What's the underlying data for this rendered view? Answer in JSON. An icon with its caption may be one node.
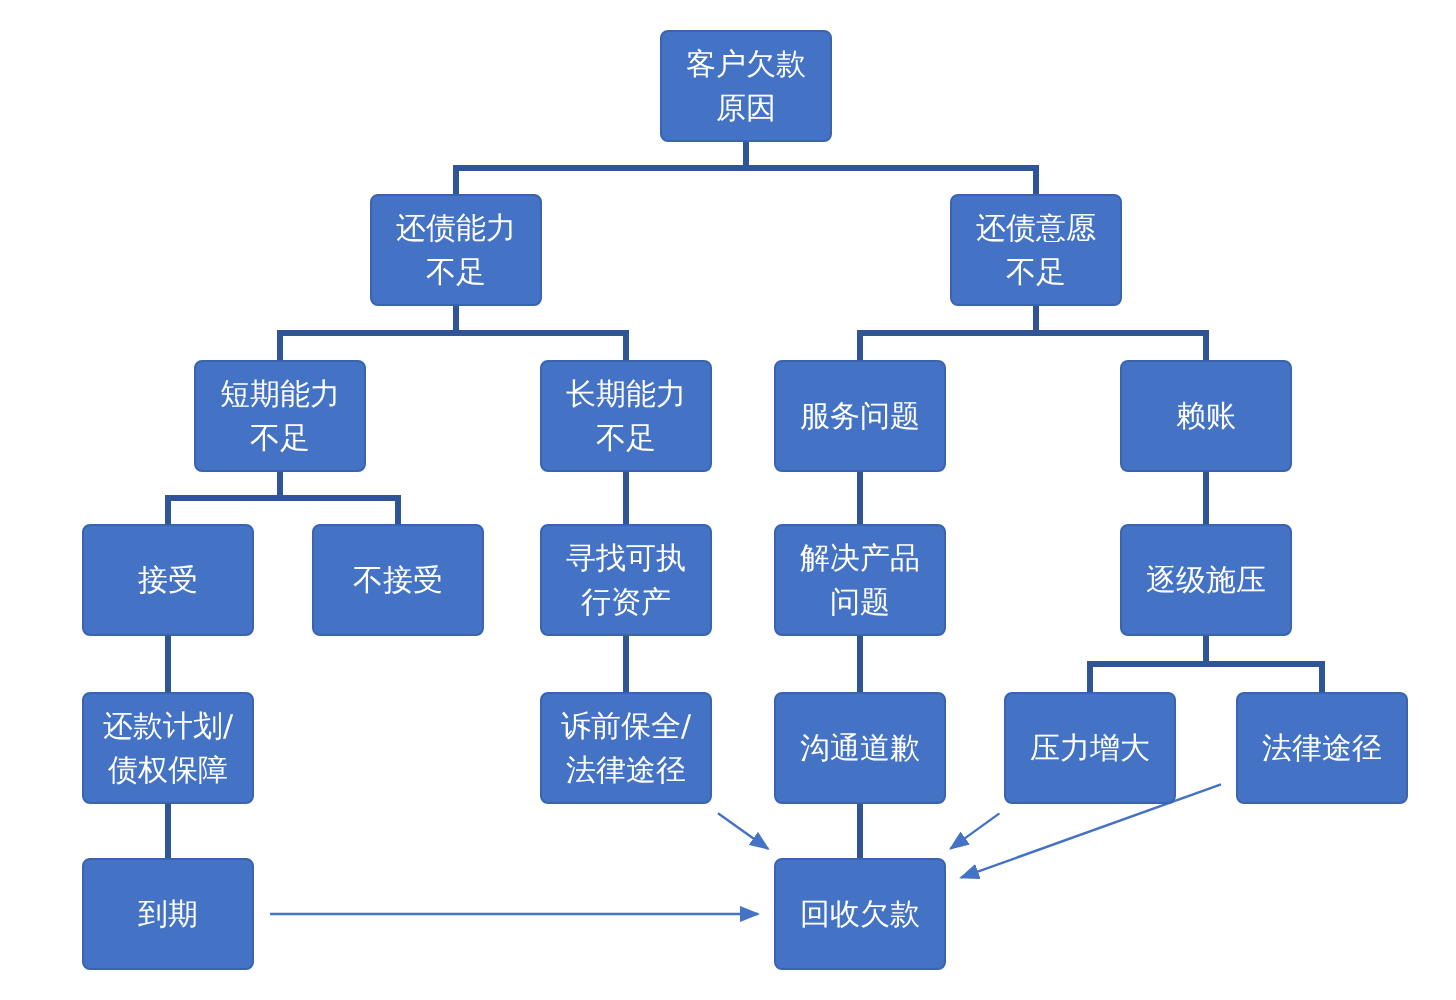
{
  "diagram": {
    "nodes": [
      {
        "text": [
          "客户欠款原因"
        ]
      },
      {
        "text": [
          "还债能力不足"
        ]
      },
      {
        "text": [
          "还债意愿不足"
        ]
      },
      {
        "text": [
          "短期能力不足"
        ]
      },
      {
        "text": [
          "长期能力不足"
        ]
      },
      {
        "text": [
          "服务问题"
        ]
      },
      {
        "text": [
          "赖账"
        ]
      },
      {
        "text": [
          "接受"
        ]
      },
      {
        "text": [
          "不接受"
        ]
      },
      {
        "text": [
          "寻找可执行资产"
        ]
      },
      {
        "text": [
          "解决产品问题"
        ]
      },
      {
        "text": [
          "逐级施压"
        ]
      },
      {
        "text": [
          "还款计划/债权保障"
        ]
      },
      {
        "text": [
          "诉前保全/法律途径"
        ]
      },
      {
        "text": [
          "沟通道歉"
        ]
      },
      {
        "text": [
          "压力增大"
        ]
      },
      {
        "text": [
          "法律途径"
        ]
      },
      {
        "text": [
          "到期"
        ]
      },
      {
        "text": [
          "回收欠款"
        ]
      }
    ],
    "edges": [
      {
        "from": 0,
        "to": 1,
        "arrow": "none"
      },
      {
        "from": 0,
        "to": 2,
        "arrow": "none"
      },
      {
        "from": 1,
        "to": 3,
        "arrow": "none"
      },
      {
        "from": 1,
        "to": 4,
        "arrow": "none"
      },
      {
        "from": 2,
        "to": 5,
        "arrow": "none"
      },
      {
        "from": 2,
        "to": 6,
        "arrow": "none"
      },
      {
        "from": 3,
        "to": 7,
        "arrow": "none"
      },
      {
        "from": 3,
        "to": 8,
        "arrow": "none"
      },
      {
        "from": 4,
        "to": 9,
        "arrow": "none"
      },
      {
        "from": 5,
        "to": 10,
        "arrow": "none"
      },
      {
        "from": 6,
        "to": 11,
        "arrow": "none"
      },
      {
        "from": 7,
        "to": 12,
        "arrow": "none"
      },
      {
        "from": 9,
        "to": 13,
        "arrow": "none"
      },
      {
        "from": 10,
        "to": 14,
        "arrow": "none"
      },
      {
        "from": 11,
        "to": 15,
        "arrow": "none"
      },
      {
        "from": 11,
        "to": 16,
        "arrow": "none"
      },
      {
        "from": 12,
        "to": 17,
        "arrow": "none"
      },
      {
        "from": 14,
        "to": 18,
        "arrow": "none"
      },
      {
        "from": 17,
        "to": 18,
        "arrow": "to"
      },
      {
        "from": 13,
        "to": 18,
        "arrow": "to"
      },
      {
        "from": 15,
        "to": 18,
        "arrow": "to"
      },
      {
        "from": 16,
        "to": 18,
        "arrow": "to"
      }
    ]
  }
}
